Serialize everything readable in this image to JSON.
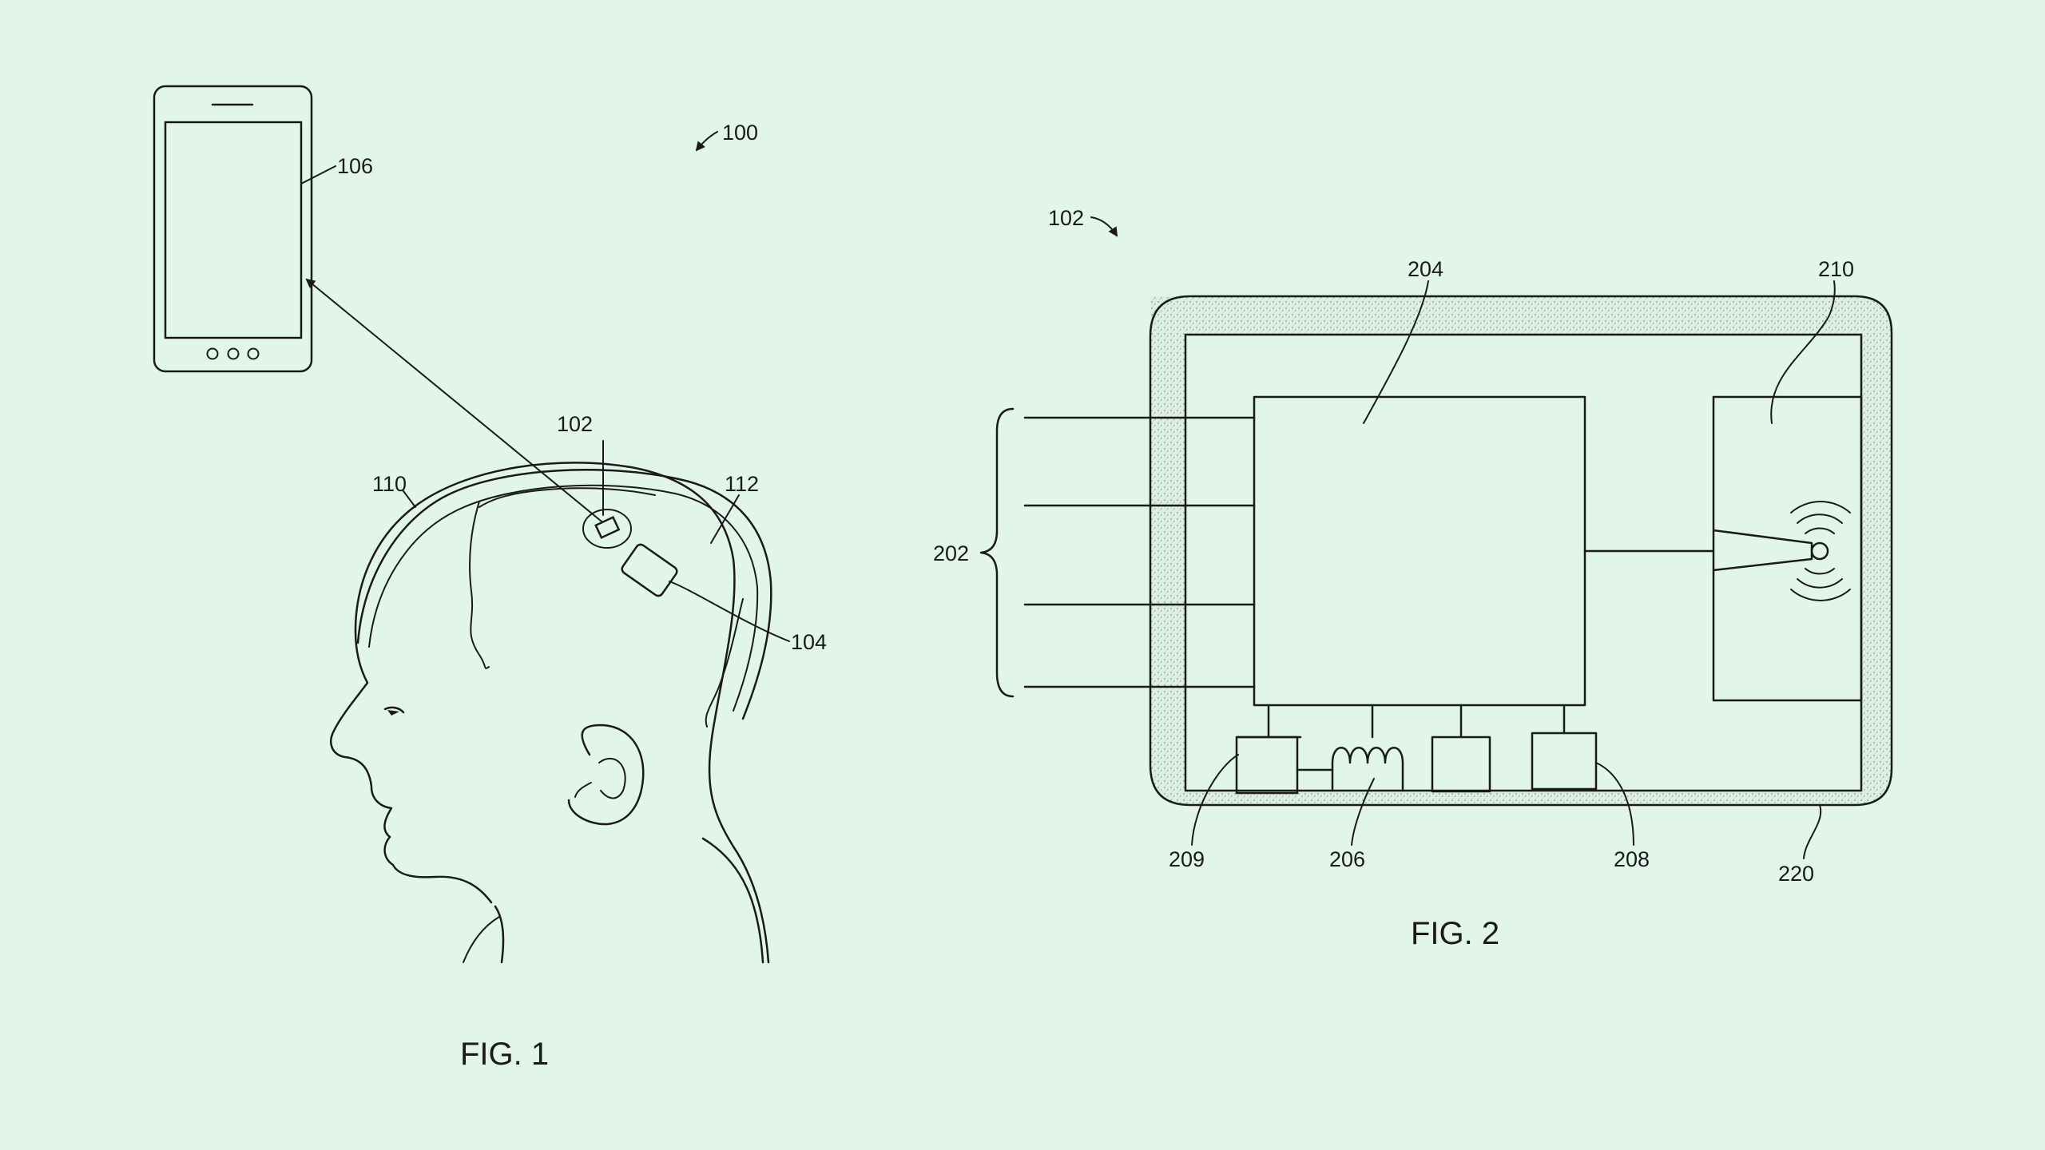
{
  "colors": {
    "background": "#e1f5e8",
    "line": "#1a1a1a",
    "coating": "#c9dbcd"
  },
  "fig1": {
    "caption": "FIG. 1",
    "labels": {
      "system": "100",
      "device": "106",
      "implant": "102",
      "skull": "110",
      "brain": "112",
      "module": "104"
    }
  },
  "fig2": {
    "caption": "FIG. 2",
    "labels": {
      "implant": "102",
      "processor": "204",
      "antenna": "210",
      "electrodes": "202",
      "component_left": "209",
      "coil": "206",
      "component_right": "208",
      "coating": "220"
    }
  }
}
